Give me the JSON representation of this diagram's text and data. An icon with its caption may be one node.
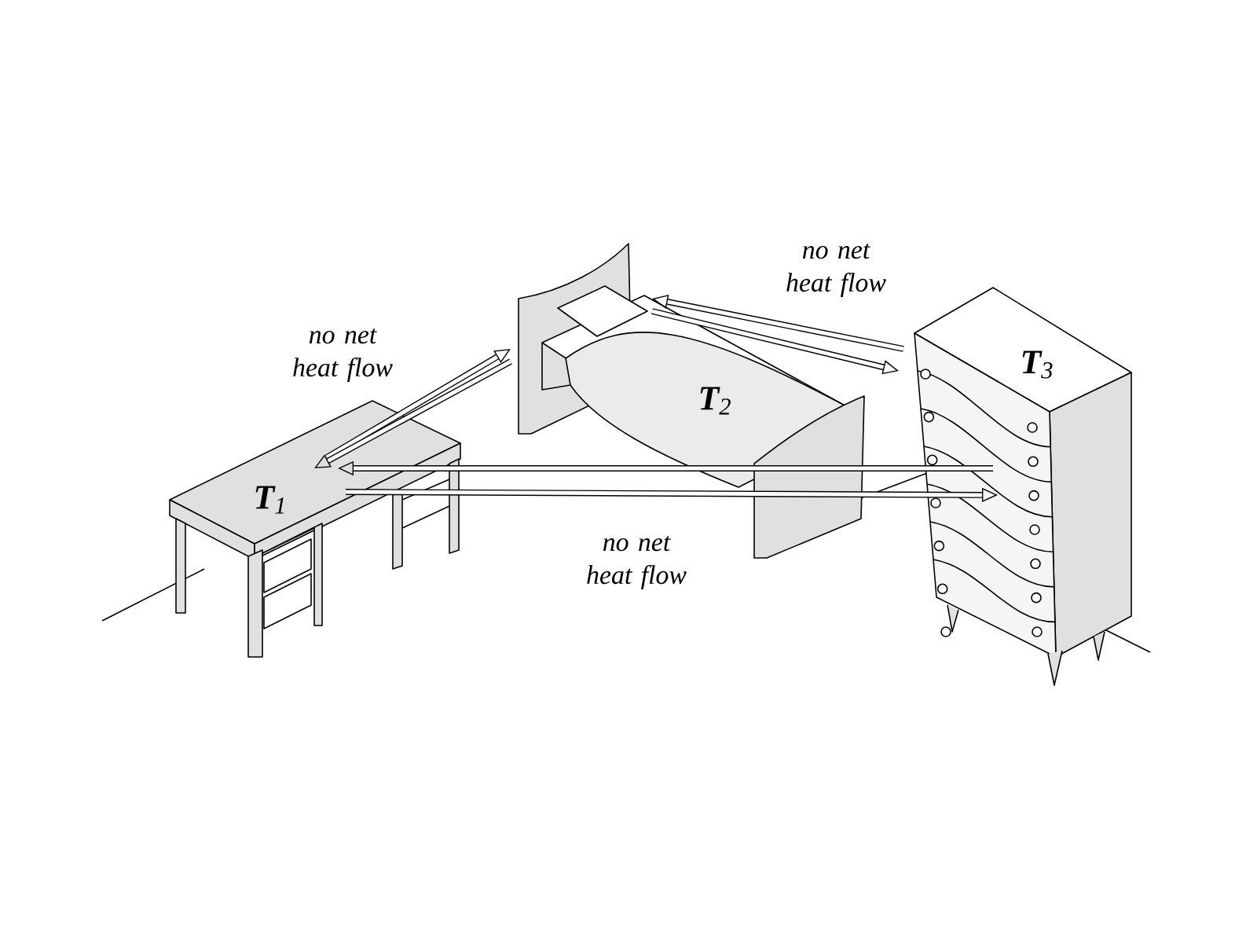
{
  "diagram": {
    "nodes": [
      {
        "text": [
          "**T**$_{1}$"
        ]
      },
      {
        "text": [
          "**T**$_{2}$"
        ]
      },
      {
        "text": [
          "**T**$_{3}$"
        ]
      }
    ],
    "edges": [
      {
        "from": 0,
        "to": 1,
        "arrow": "to",
        "label": "no net heat flow"
      },
      {
        "from": 1,
        "to": 0,
        "arrow": "to"
      },
      {
        "from": 2,
        "to": 1,
        "arrow": "to",
        "label": "no net heat flow"
      },
      {
        "from": 1,
        "to": 2,
        "arrow": "to"
      },
      {
        "from": 2,
        "to": 0,
        "arrow": "to"
      },
      {
        "from": 0,
        "to": 2,
        "arrow": "to",
        "label": "no net heat flow"
      }
    ]
  }
}
